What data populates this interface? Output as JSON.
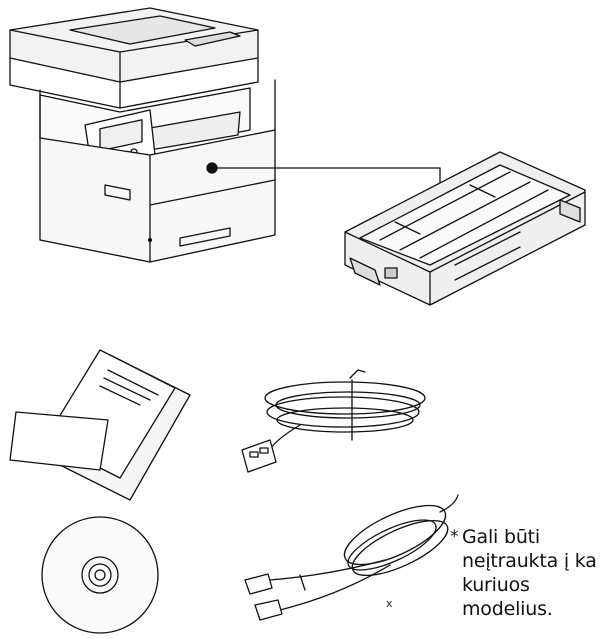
{
  "items": [
    {
      "name": "printer",
      "icon": "printer-icon"
    },
    {
      "name": "toner-cartridge",
      "icon": "toner-cartridge-icon"
    },
    {
      "name": "documents",
      "icon": "documents-icon"
    },
    {
      "name": "power-cord",
      "icon": "power-cord-icon"
    },
    {
      "name": "cd-rom",
      "icon": "cd-rom-icon"
    },
    {
      "name": "telephone-cable",
      "icon": "telephone-cable-icon"
    }
  ],
  "note": {
    "asterisk": "*",
    "lines": [
      "Gali būti",
      "neįtraukta į ka",
      "kuriuos",
      "modelius."
    ]
  },
  "cable_mark": "x"
}
